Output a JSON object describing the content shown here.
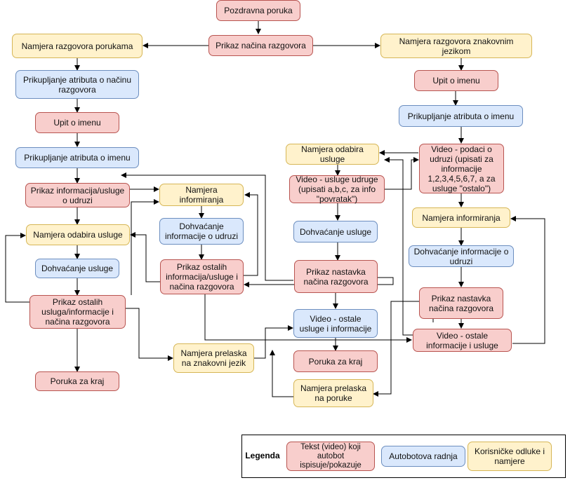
{
  "nodes": {
    "n_pozdravna": "Pozdravna poruka",
    "n_prikaz_nacina": "Prikaz načina razgovora",
    "n_namjera_porukama": "Namjera razgovora porukama",
    "n_namjera_znakovnim": "Namjera razgovora znakovnim jezikom",
    "n_prikupljanje_nacina": "Prikupljanje atributa o načinu razgovora",
    "n_upit_imenu_l": "Upit o imenu",
    "n_prikupljanje_imena_l": "Prikupljanje atributa o imenu",
    "n_prikaz_info_udruzi": "Prikaz informacija/usluge o udruzi",
    "n_namjera_informiranja_l": "Namjera informiranja",
    "n_namjera_odabira_l": "Namjera odabira usluge",
    "n_dohvacanje_info_l": "Dohvaćanje informacije o udruzi",
    "n_dohvacanje_usluge_l": "Dohvaćanje usluge",
    "n_prikaz_ostalih_mid": "Prikaz ostalih informacija/usluge i načina razgovora",
    "n_prikaz_ostalih_l": "Prikaz ostalih usluga/informacije i načina razgovora",
    "n_namjera_prelaska_znak": "Namjera prelaska na znakovni jezik",
    "n_poruka_kraj_l": "Poruka za kraj",
    "n_upit_imenu_r": "Upit o imenu",
    "n_prikupljanje_imena_r": "Prikupljanje atributa o imenu",
    "n_namjera_odabira_r": "Namjera odabira usluge",
    "n_video_podaci": "Video - podaci o udruzi (upisati za informacije 1,2,3,4,5,6,7, a za usluge \"ostalo\")",
    "n_video_usluge_udruge": "Video - usluge udruge (upisati a,b,c, za info \"povratak\")",
    "n_namjera_informiranja_r": "Namjera informiranja",
    "n_dohvacanje_usluge_r": "Dohvaćanje usluge",
    "n_dohvacanje_info_r": "Dohvaćanje informacije o udruzi",
    "n_prikaz_nastavka_c": "Prikaz nastavka načina razgovora",
    "n_prikaz_nastavka_r": "Prikaz nastavka načina razgovora",
    "n_video_ostale_usluge": "Video - ostale usluge i informacije",
    "n_video_ostale_info": "Video - ostale informacije i usluge",
    "n_poruka_kraj_r": "Poruka za kraj",
    "n_namjera_prelaska_poruke": "Namjera prelaska na poruke"
  },
  "legend": {
    "title": "Legenda",
    "red": "Tekst (video) koji autobot ispisuje/pokazuje",
    "blue": "Autobotova radnja",
    "yellow": "Korisničke odluke i namjere"
  },
  "colors": {
    "red_fill": "#f8cecc",
    "red_border": "#b85450",
    "blue_fill": "#dae8fc",
    "blue_border": "#6c8ebf",
    "yellow_fill": "#fff2cc",
    "yellow_border": "#d6b656"
  }
}
